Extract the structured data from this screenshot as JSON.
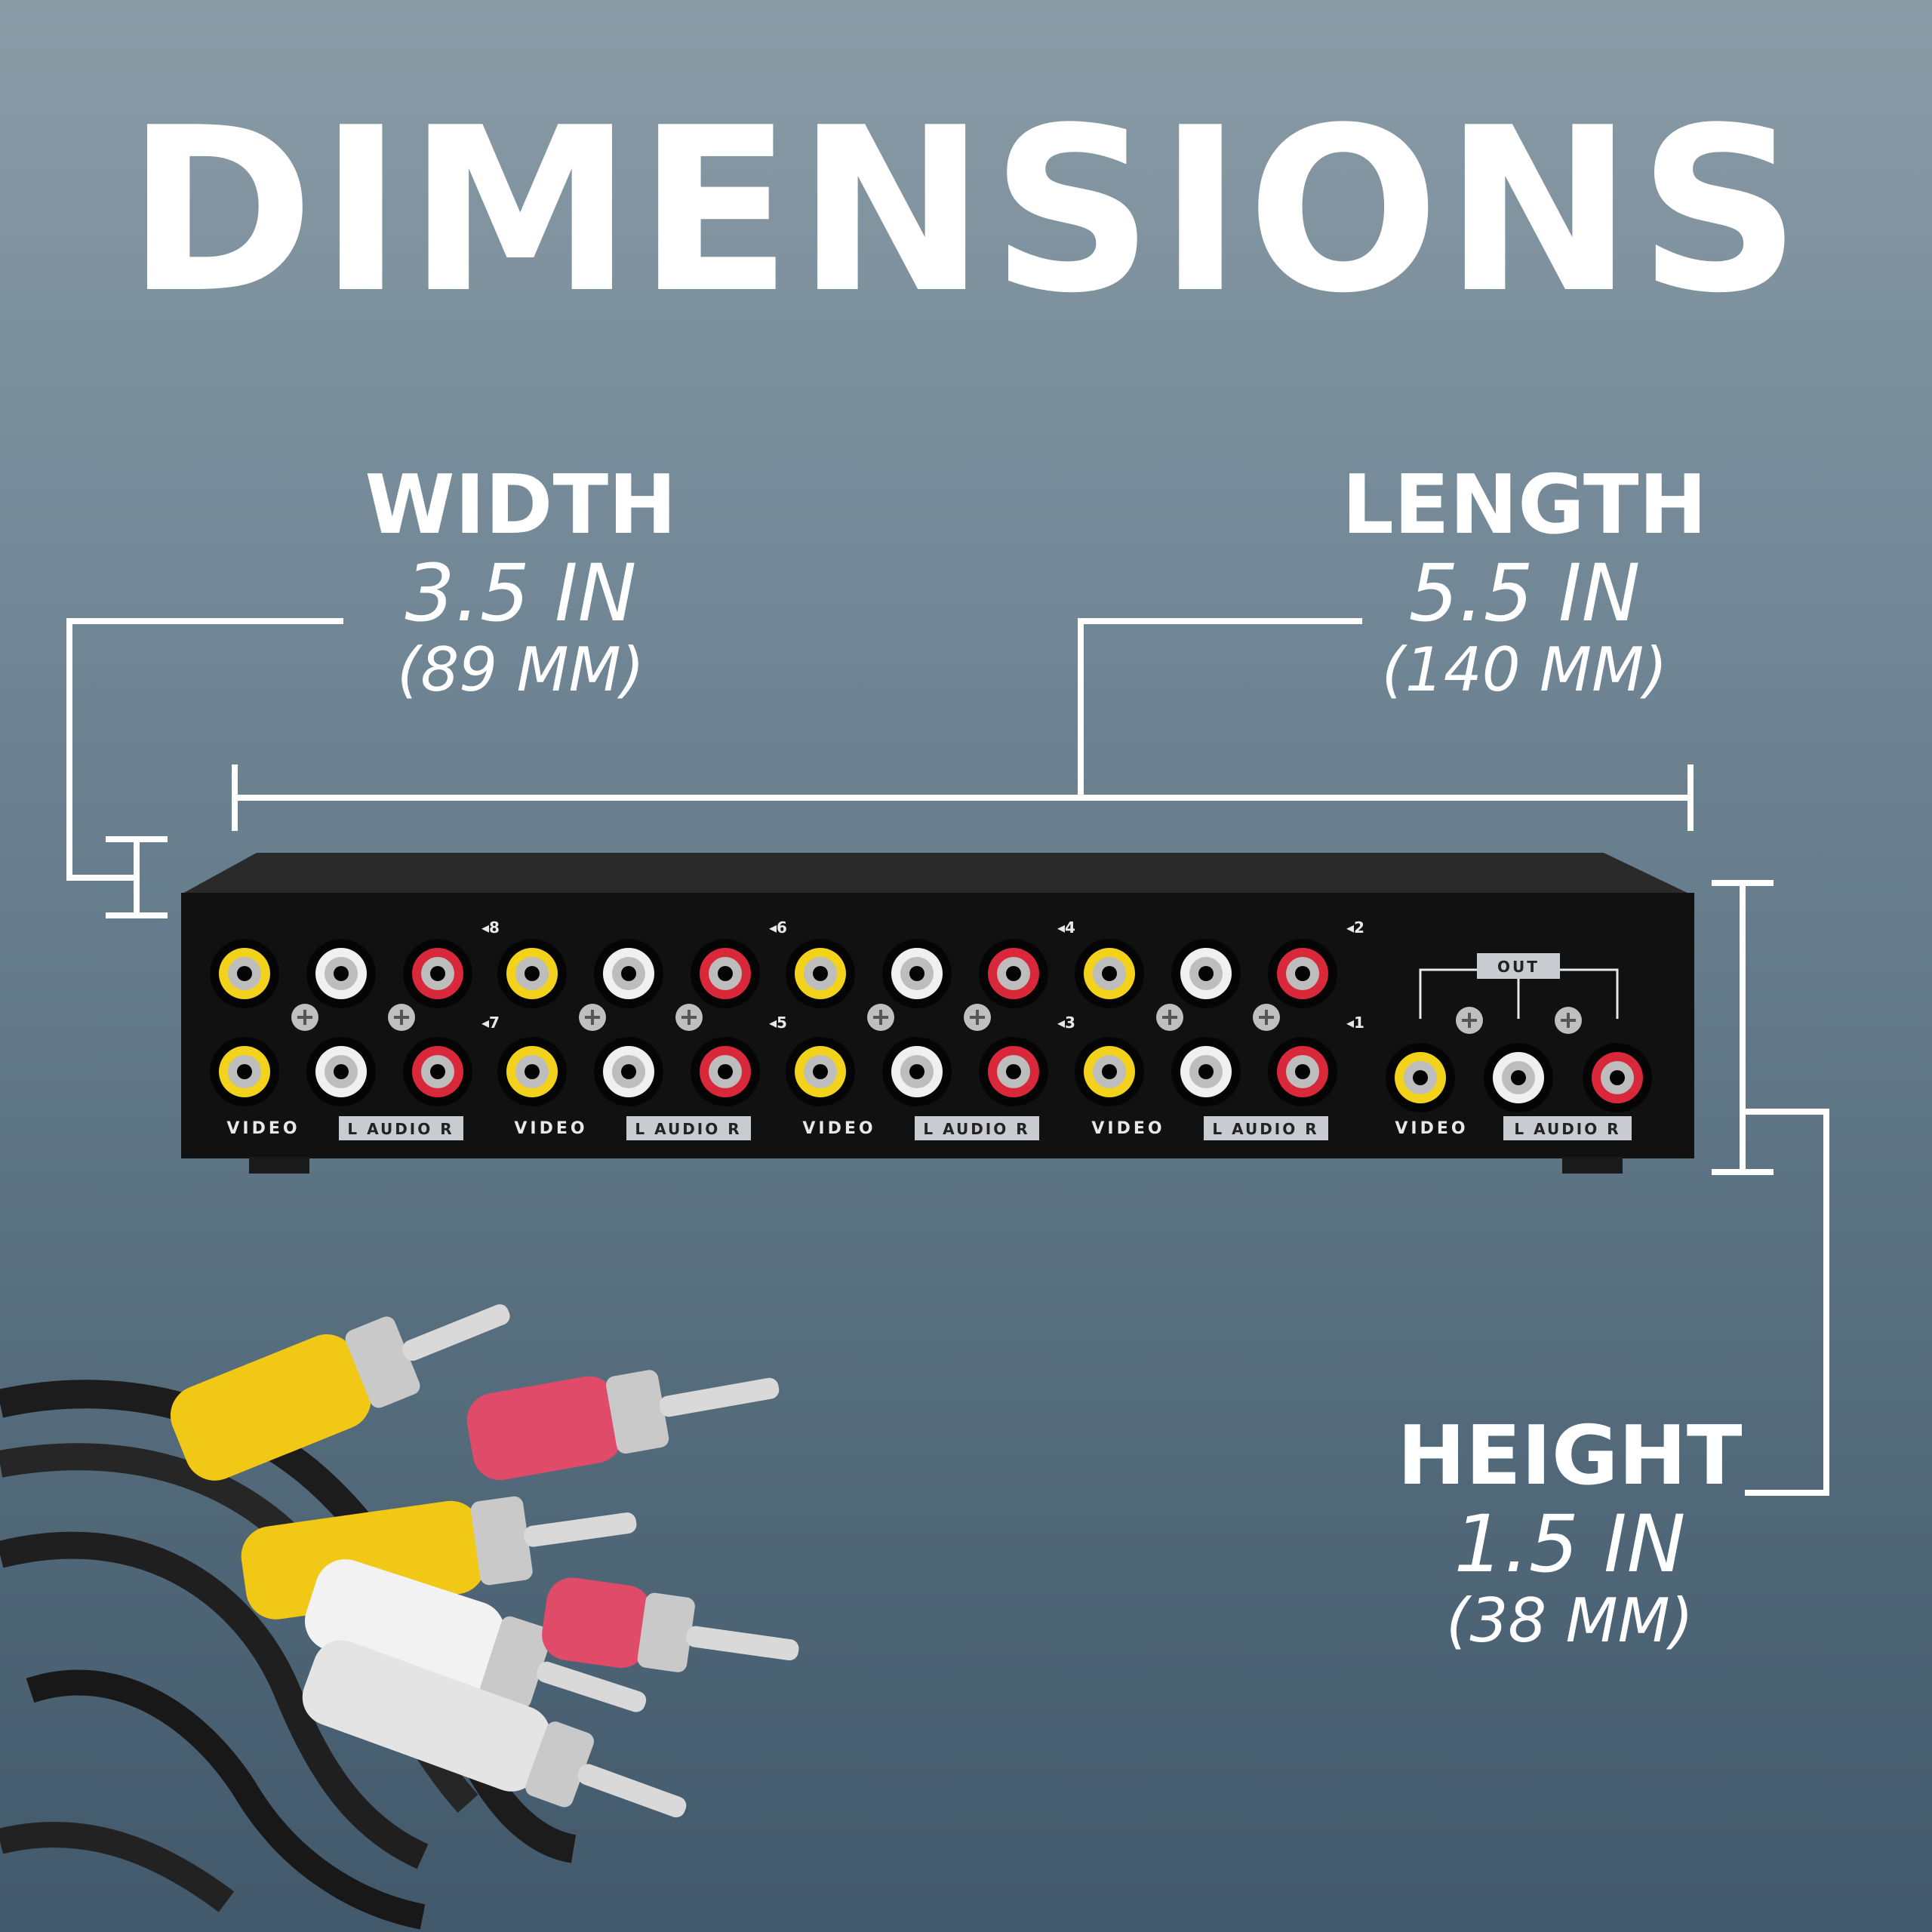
{
  "title": "DIMENSIONS",
  "width": {
    "label": "WIDTH",
    "value": "3.5 IN",
    "metric": "(89 MM)"
  },
  "length": {
    "label": "LENGTH",
    "value": "5.5 IN",
    "metric": "(140 MM)"
  },
  "height": {
    "label": "HEIGHT",
    "value": "1.5 IN",
    "metric": "(38 MM)"
  },
  "panel": {
    "video_label": "VIDEO",
    "audio_label": "L AUDIO R",
    "out_label": "OUT",
    "port_numbers_top": [
      "8",
      "6",
      "4",
      "2"
    ],
    "port_numbers_bottom": [
      "7",
      "5",
      "3",
      "1"
    ]
  },
  "colors": {
    "video_jack": "#f2d21a",
    "left_audio_jack": "#f0f0f0",
    "right_audio_jack": "#d8283a",
    "device_body": "#111111"
  }
}
